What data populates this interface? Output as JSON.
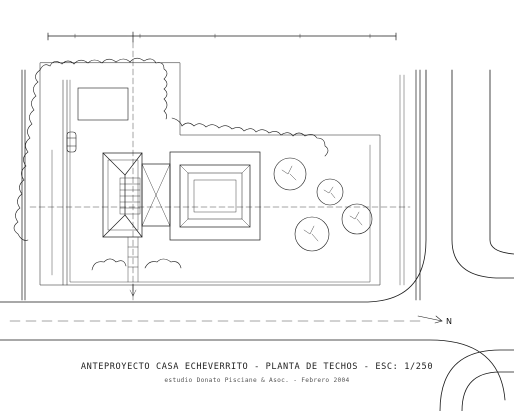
{
  "drawing": {
    "title": "ANTEPROYECTO CASA ECHEVERRITO - PLANTA DE TECHOS - ESC: 1/250",
    "subtitle": "estudio Donato Pisciane & Asoc. - Febrero 2004",
    "north_label": "N"
  },
  "colors": {
    "line": "#1a1a1a",
    "light": "#666666",
    "paper": "#ffffff"
  },
  "icons": {
    "north": "north-arrow-icon",
    "car": "car-icon",
    "tree": "tree-icon"
  }
}
